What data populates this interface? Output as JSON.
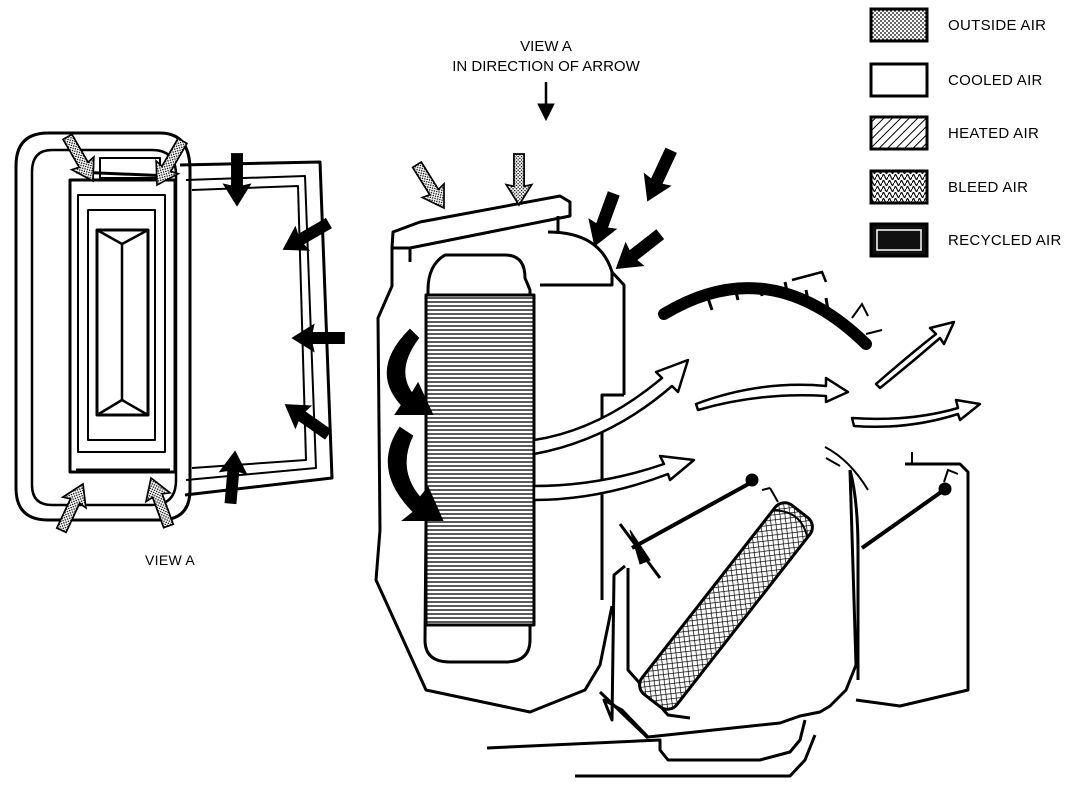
{
  "title": {
    "line1": "VIEW A",
    "line2": "IN DIRECTION OF ARROW"
  },
  "view_a_label": "VIEW A",
  "legend": [
    {
      "label": "OUTSIDE AIR",
      "pattern": "stipple",
      "icon": "outside-air-swatch"
    },
    {
      "label": "COOLED AIR",
      "pattern": "white",
      "icon": "cooled-air-swatch"
    },
    {
      "label": "HEATED AIR",
      "pattern": "hatch",
      "icon": "heated-air-swatch"
    },
    {
      "label": "BLEED AIR",
      "pattern": "crosshatch",
      "icon": "bleed-air-swatch"
    },
    {
      "label": "RECYCLED AIR",
      "pattern": "solid",
      "icon": "recycled-air-swatch"
    }
  ],
  "colors": {
    "ink": "#000000",
    "paper": "#ffffff"
  }
}
